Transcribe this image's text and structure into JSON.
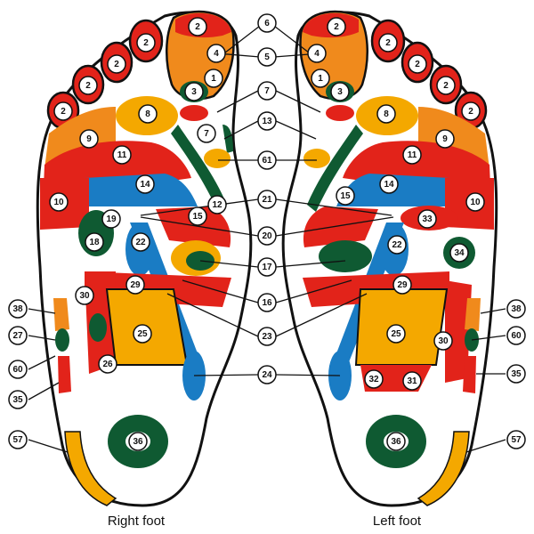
{
  "captions": {
    "right_foot": "Right foot",
    "left_foot": "Left foot"
  },
  "colors": {
    "red": "#e2231a",
    "orange": "#f08a1c",
    "yellow": "#f4a800",
    "blue": "#1a7cc4",
    "green": "#0f5a32",
    "outline": "#111111"
  },
  "zones": {
    "z2": "2",
    "z3": "3",
    "z4": "4",
    "z1": "1",
    "z5": "5",
    "z6": "6",
    "z7": "7",
    "z8": "8",
    "z9": "9",
    "z10": "10",
    "z11": "11",
    "z12": "12",
    "z13": "13",
    "z14": "14",
    "z15": "15",
    "z16": "16",
    "z17": "17",
    "z18": "18",
    "z19": "19",
    "z20": "20",
    "z21": "21",
    "z22": "22",
    "z23": "23",
    "z24": "24",
    "z25": "25",
    "z26": "26",
    "z27": "27",
    "z29": "29",
    "z30": "30",
    "z31": "31",
    "z32": "32",
    "z33": "33",
    "z34": "34",
    "z35": "35",
    "z36": "36",
    "z38": "38",
    "z57": "57",
    "z60": "60",
    "z61": "61"
  }
}
